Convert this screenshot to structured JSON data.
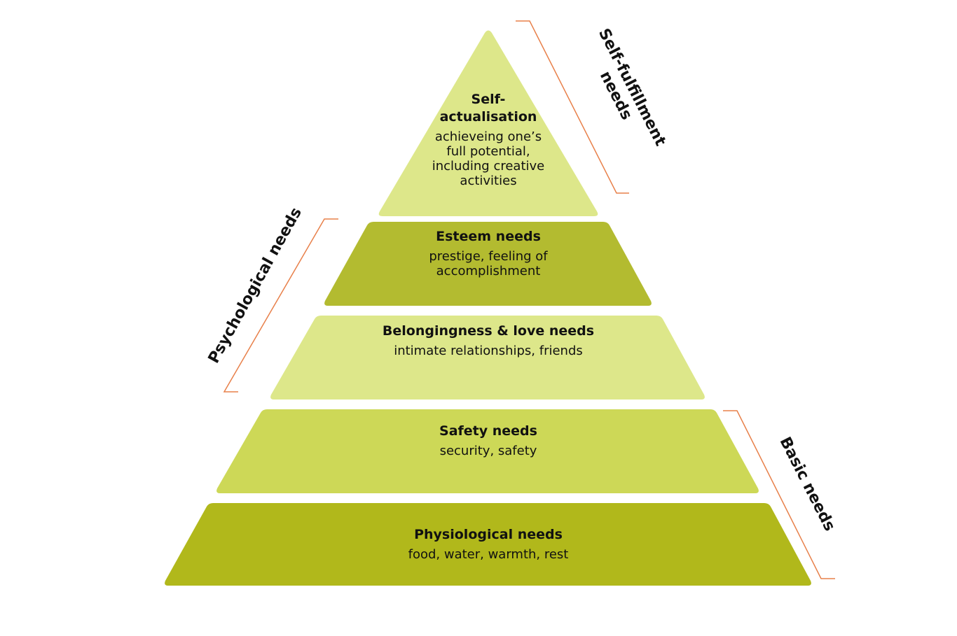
{
  "colors": {
    "tier_light": "#dde78a",
    "tier_mid": "#cdd857",
    "tier_dark": "#b3bb30",
    "tier_darkest": "#b1b81b",
    "bracket": "#e8804a"
  },
  "tiers": [
    {
      "title": "Self-\nactualisation",
      "description": "achieveing one’s\nfull potential,\nincluding creative\nactivities"
    },
    {
      "title": "Esteem needs",
      "description": "prestige, feeling of\naccomplishment"
    },
    {
      "title": "Belongingness & love needs",
      "description": "intimate relationships, friends"
    },
    {
      "title": "Safety needs",
      "description": "security, safety"
    },
    {
      "title": "Physiological needs",
      "description": "food, water, warmth, rest"
    }
  ],
  "groups": {
    "self_fulfillment": "Self-fulfillment\nneeds",
    "psychological": "Psychological needs",
    "basic": "Basic needs"
  }
}
